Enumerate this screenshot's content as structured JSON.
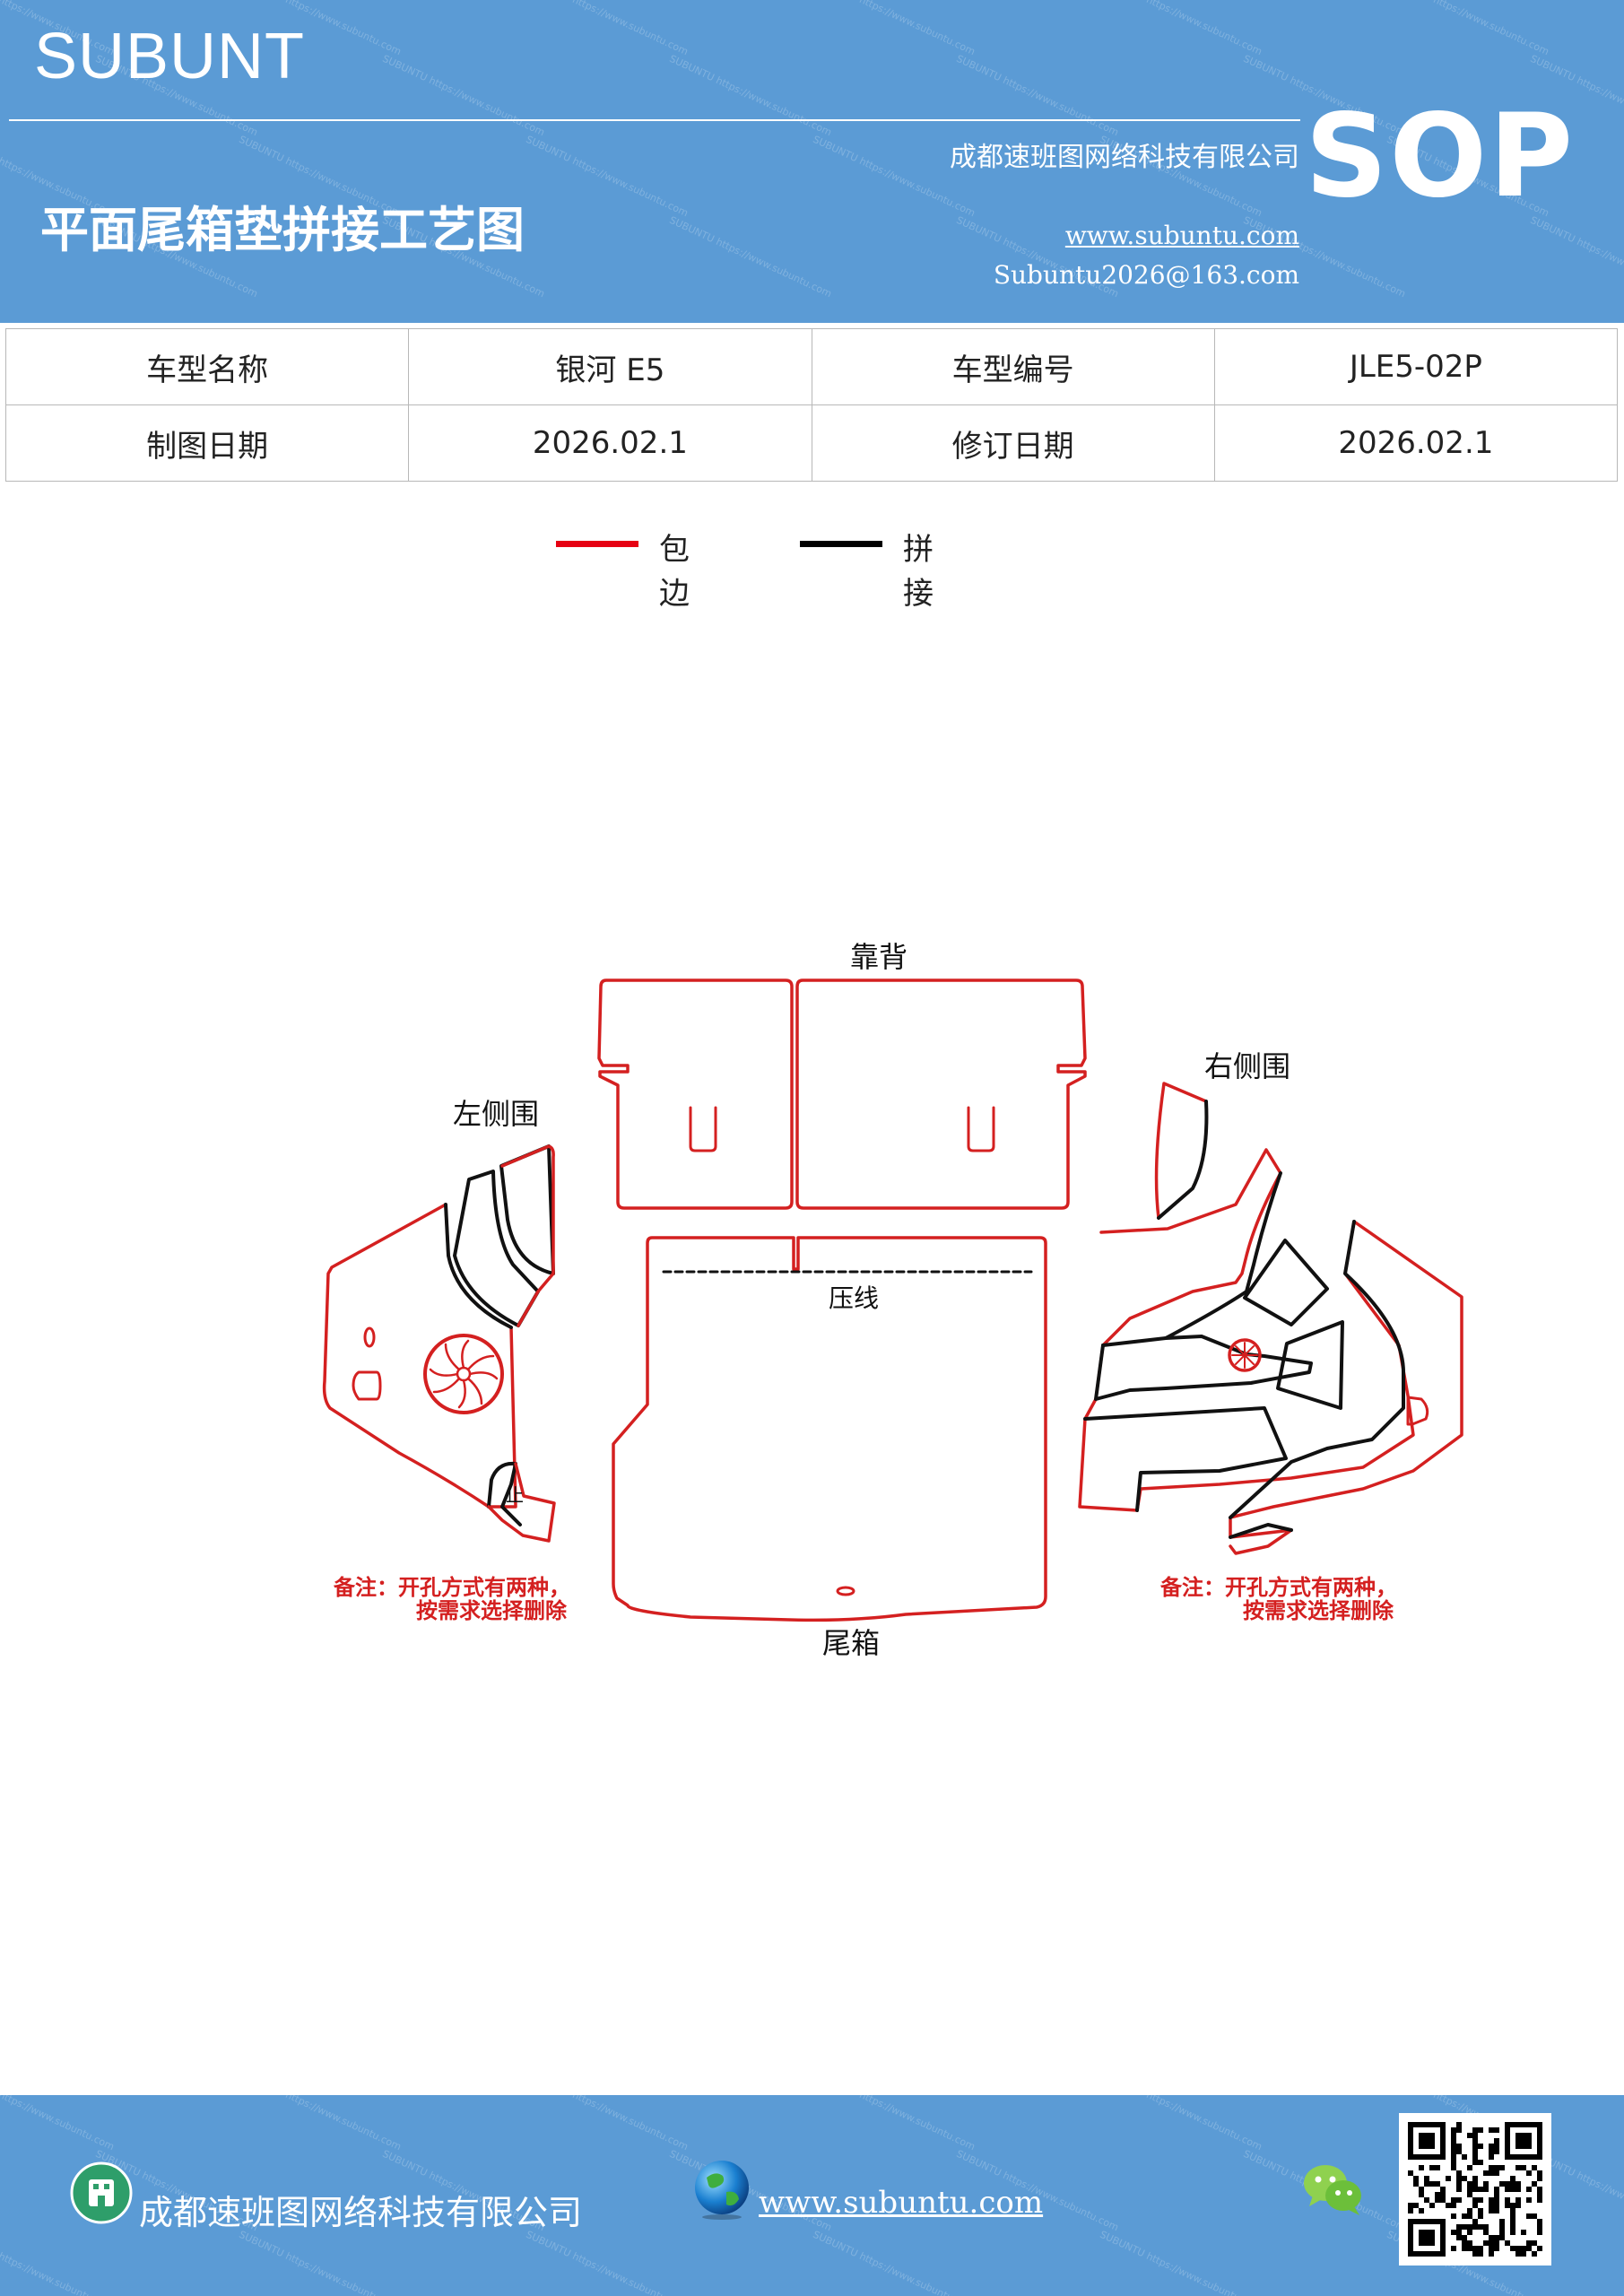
{
  "header": {
    "brand": "SUBUNT",
    "company": "成都速班图网络科技有限公司",
    "title": "平面尾箱垫拼接工艺图",
    "website": "www.subuntu.com",
    "email": "Subuntu2026@163.com",
    "badge": "SOP",
    "background_color": "#5b9bd5"
  },
  "info_table": {
    "rows": [
      [
        "车型名称",
        "银河 E5",
        "车型编号",
        "JLE5-02P"
      ],
      [
        "制图日期",
        "2026.02.1",
        "修订日期",
        "2026.02.1"
      ]
    ]
  },
  "legend": [
    {
      "label": "包边",
      "color": "#e60012"
    },
    {
      "label": "拼接",
      "color": "#000000"
    }
  ],
  "diagram": {
    "labels": {
      "backrest": "靠背",
      "left_side": "左侧围",
      "right_side": "右侧围",
      "crease": "压线",
      "trunk": "尾箱"
    },
    "note_left": [
      "备注：开孔方式有两种，",
      "按需求选择删除"
    ],
    "note_right": [
      "备注：开孔方式有两种，",
      "按需求选择删除"
    ],
    "edge_color": "#d42020",
    "seam_color": "#111111",
    "note_color": "#d42020"
  },
  "footer": {
    "company": "成都速班图网络科技有限公司",
    "website": "www.subuntu.com",
    "icons": [
      "building-icon",
      "globe-icon",
      "wechat-icon",
      "qr-code"
    ]
  }
}
